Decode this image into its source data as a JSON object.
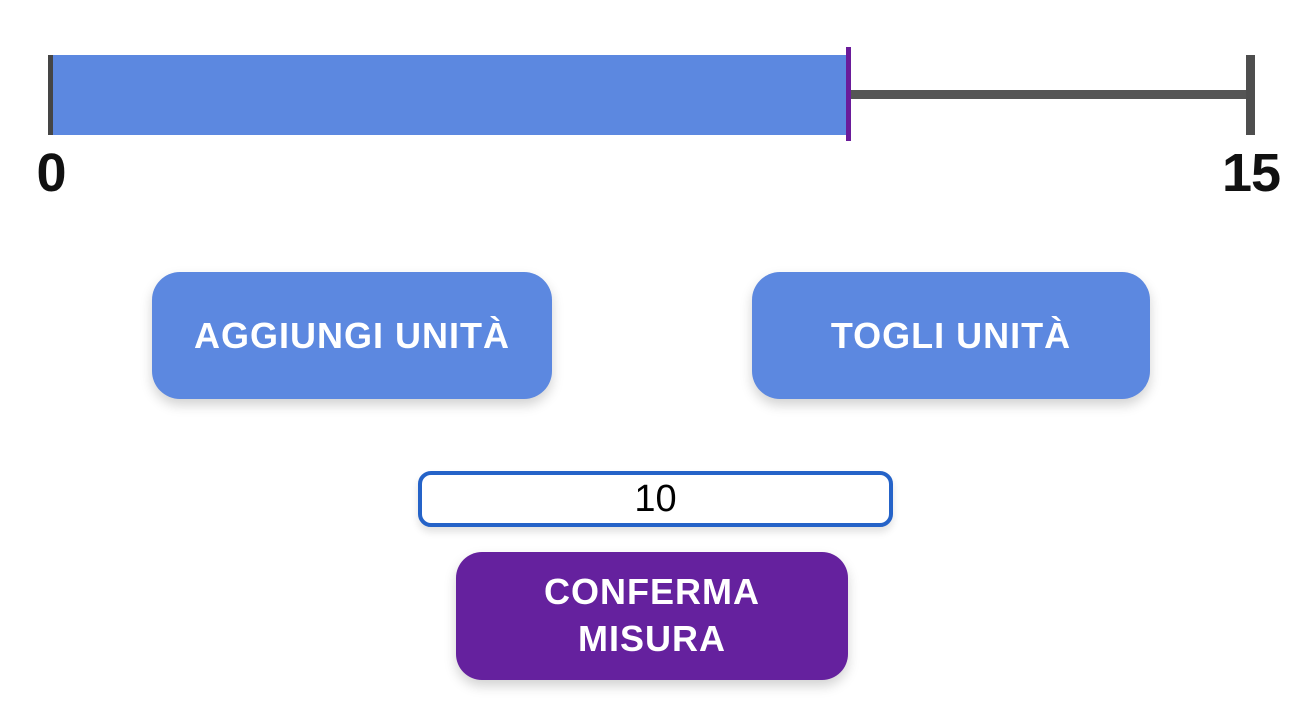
{
  "ruler": {
    "min_label": "0",
    "max_label": "15",
    "value": 10,
    "max": 15,
    "bar_color": "#5c88e0",
    "marker_color": "#6a1b9a",
    "line_color": "#555555",
    "tick_color": "#454545"
  },
  "controls": {
    "add_button_label": "AGGIUNGI UNITÀ",
    "remove_button_label": "TOGLI UNITÀ",
    "confirm_button_label": "CONFERMA MISURA",
    "button_color": "#5c88e0",
    "confirm_color": "#65219e"
  },
  "measure_input": {
    "value": "10",
    "border_color": "#2563c8"
  }
}
